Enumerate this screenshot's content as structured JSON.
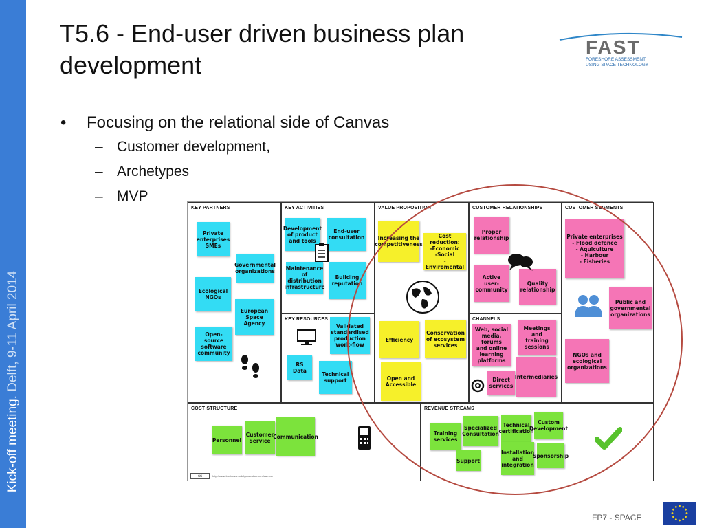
{
  "slide": {
    "sidebar": {
      "meeting": "Kick-off meeting.",
      "place_date": " Delft, 9-11 April 2014"
    },
    "title": "T5.6 - End-user driven business plan development",
    "bullets": {
      "marker": "•",
      "main": "Focusing on the relational side of Canvas",
      "sub_marker": "–",
      "sub": [
        "Customer development,",
        "Archetypes",
        "MVP"
      ]
    },
    "logo": {
      "name": "FAST",
      "tagline_1": "FORESHORE ASSESSMENT",
      "tagline_2": "USING SPACE TECHNOLOGY"
    },
    "footer": "FP7 - SPACE"
  },
  "canvas": {
    "headers": {
      "key_partners": "Key Partners",
      "key_activities": "Key Activities",
      "key_resources": "Key Resources",
      "value_proposition": "Value Proposition",
      "customer_relationships": "Customer Relationships",
      "channels": "Channels",
      "customer_segments": "Customer Segments",
      "cost_structure": "Cost Structure",
      "revenue_streams": "Revenue Streams"
    },
    "key_partners": [
      "Private\nenterprises\nSMEs",
      "Governmental\norganizations",
      "Ecological\nNGOs",
      "European\nSpace\nAgency",
      "Open-source\nsoftware\ncommunity"
    ],
    "key_activities": [
      "Development\nof product\nand tools",
      "End-user\nconsultation",
      "Maintenance\nof distribution\ninfrastructure",
      "Building\nreputation"
    ],
    "key_resources": [
      "Validated\nstandardised\nproduction\nwork-flow",
      "RS\nData",
      "Technical\nsupport"
    ],
    "value_proposition": [
      "Increasing the\ncompetitiveness",
      "Cost reduction:\n-Economic\n-Social\n- Enviromental",
      "Efficiency",
      "Conservation\nof ecosystem\nservices",
      "Open and\nAccessible"
    ],
    "customer_relationships": [
      "Proper\nrelationship",
      "Active\nuser-\ncommunity",
      "Quality\nrelationship"
    ],
    "channels": [
      "Web, social\nmedia, forums\nand online\nlearning\nplatforms",
      "Meetings and\ntraining\nsessions",
      "Direct\nservices",
      "Intermediaries"
    ],
    "customer_segments": [
      "Private enterprises\n- Flood defence\n- Aquiculture\n- Harbour\n- Fisheries",
      "Public and\ngovernmental\norganizations",
      "NGOs and\necological\norganizations"
    ],
    "cost_structure": [
      "Personnel",
      "Customer\nService",
      "Communication"
    ],
    "revenue_streams": [
      "Training\nservices",
      "Specialized\nConsultation",
      "Technical\ncertification",
      "Custom\nDevelopment",
      "Support",
      "Installation\nand\nintegration",
      "Sponsorship"
    ],
    "license": {
      "badge": "cc",
      "url": "http://www.businessmodelgeneration.com/canvas"
    }
  }
}
